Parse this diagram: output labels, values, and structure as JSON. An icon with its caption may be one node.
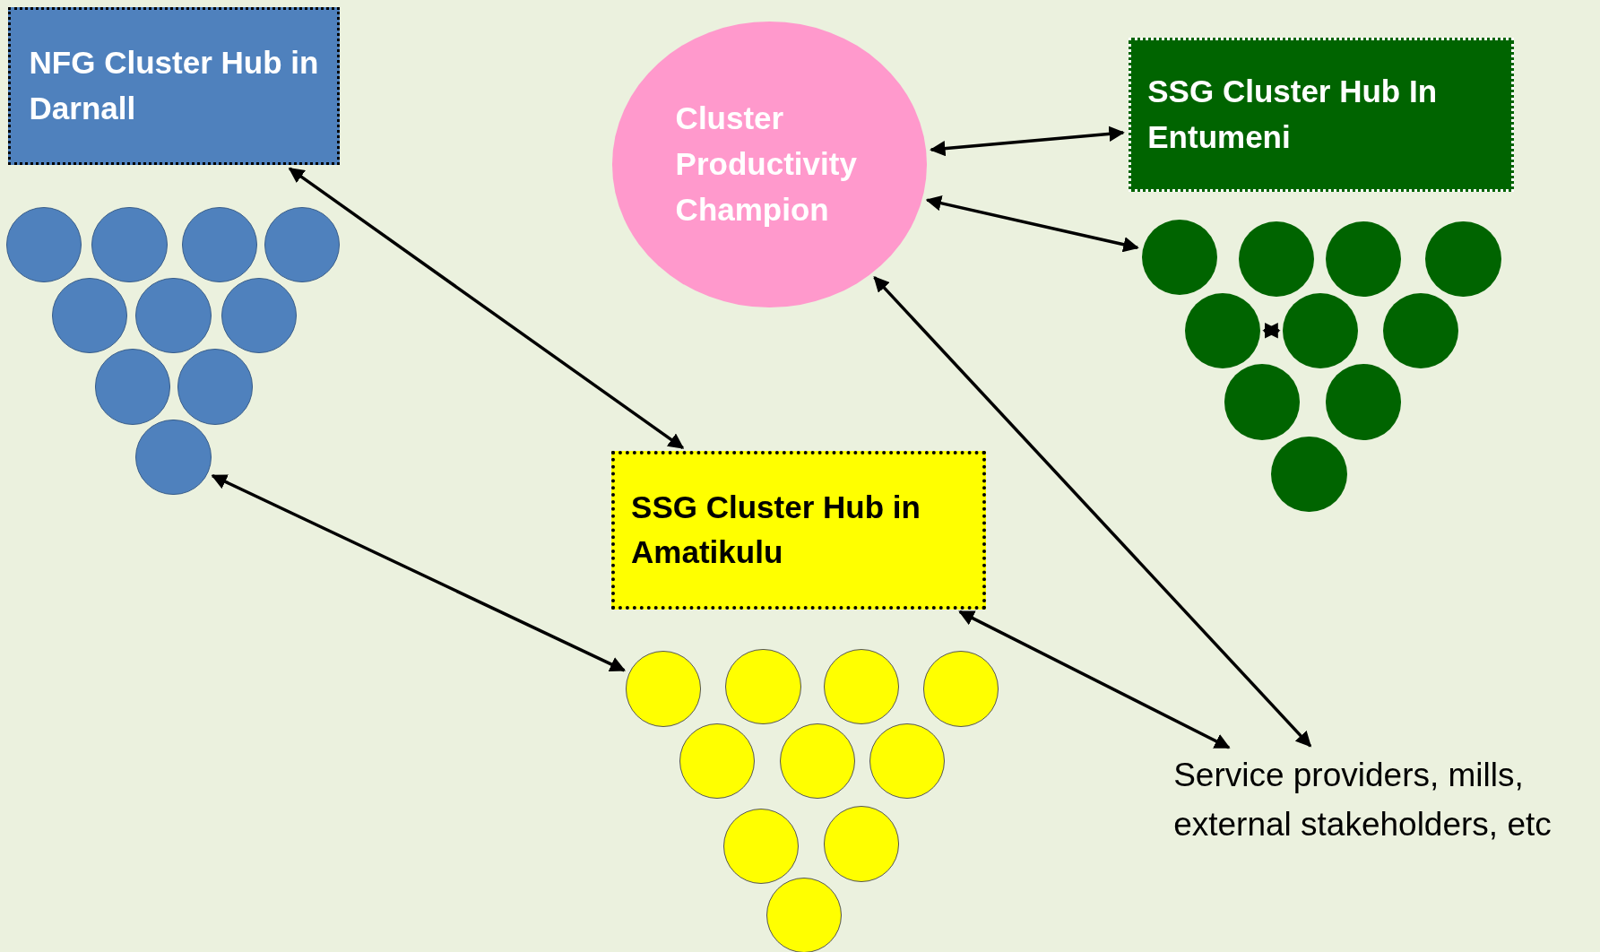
{
  "diagram": {
    "nodes": [
      {
        "text": [
          "NFG Cluster Hub in Darnall"
        ]
      },
      {
        "text": [
          "Cluster Productivity Champion"
        ]
      },
      {
        "text": [
          "SSG Cluster Hub In Entumeni"
        ]
      },
      {
        "text": [],
        "shape": "circle"
      },
      {
        "text": [],
        "shape": "circle"
      },
      {
        "text": [],
        "shape": "circle"
      },
      {
        "text": [],
        "shape": "circle"
      },
      {
        "text": [],
        "shape": "circle"
      },
      {
        "text": [],
        "shape": "circle"
      },
      {
        "text": [],
        "shape": "circle"
      },
      {
        "text": [],
        "shape": "circle"
      },
      {
        "text": [],
        "shape": "circle"
      },
      {
        "text": [],
        "shape": "circle"
      },
      {
        "text": [],
        "shape": "circle"
      },
      {
        "text": [],
        "shape": "circle"
      },
      {
        "text": [],
        "shape": "circle"
      },
      {
        "text": [],
        "shape": "circle"
      },
      {
        "text": [],
        "shape": "circle"
      },
      {
        "text": [],
        "shape": "circle"
      },
      {
        "text": [],
        "shape": "circle"
      },
      {
        "text": [],
        "shape": "circle"
      },
      {
        "text": [],
        "shape": "circle"
      },
      {
        "text": [],
        "shape": "circle"
      },
      {
        "text": [
          "SSG Cluster Hub in Amatikulu"
        ]
      },
      {
        "text": [],
        "shape": "circle"
      },
      {
        "text": [],
        "shape": "circle"
      },
      {
        "text": [],
        "shape": "circle"
      },
      {
        "text": [],
        "shape": "circle"
      },
      {
        "text": [],
        "shape": "circle"
      },
      {
        "text": [],
        "shape": "circle"
      },
      {
        "text": [],
        "shape": "circle"
      },
      {
        "text": [],
        "shape": "circle"
      },
      {
        "text": [],
        "shape": "circle"
      },
      {
        "text": [],
        "shape": "circle"
      },
      {
        "text": [
          "Service providers, mills, external stakeholders, etc"
        ]
      }
    ],
    "edges": [
      {
        "from": 0,
        "to": 23,
        "arrow": "both"
      },
      {
        "from": 12,
        "to": 24,
        "arrow": "both"
      },
      {
        "from": 1,
        "to": 2,
        "arrow": "both"
      },
      {
        "from": 1,
        "to": 13,
        "arrow": "both"
      },
      {
        "from": 17,
        "to": 18,
        "arrow": "both"
      },
      {
        "from": 1,
        "to": 34,
        "arrow": "both"
      },
      {
        "from": 23,
        "to": 34,
        "arrow": "both"
      }
    ]
  }
}
